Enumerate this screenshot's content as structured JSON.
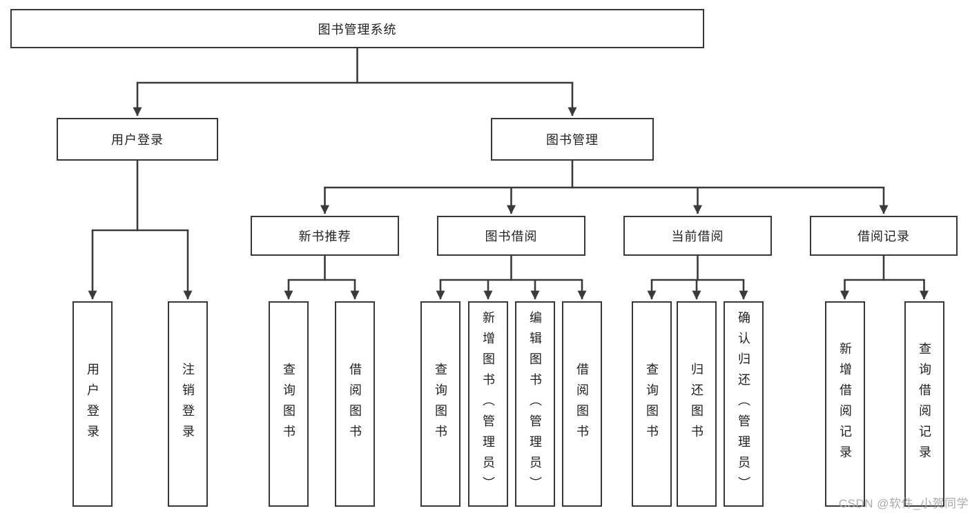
{
  "diagram": {
    "root": "图书管理系统",
    "level2": {
      "user_login": "用户登录",
      "book_management": "图书管理"
    },
    "level3": {
      "new_book_recommend": "新书推荐",
      "book_borrowing": "图书借阅",
      "current_borrowing": "当前借阅",
      "borrowing_records": "借阅记录"
    },
    "leaves": {
      "user": [
        "用户登录",
        "注销登录"
      ],
      "recommend": [
        "查询图书",
        "借阅图书"
      ],
      "borrow": [
        "查询图书",
        "新增图书（管理员）",
        "编辑图书（管理员）",
        "借阅图书"
      ],
      "current": [
        "查询图书",
        "归还图书",
        "确认归还（管理员）"
      ],
      "record": [
        "新增借阅记录",
        "查询借阅记录"
      ]
    },
    "watermark": "CSDN @软件_小贺同学",
    "colors": {
      "line": "#3a3a3a",
      "box_border": "#363636",
      "box_fill": "#ffffff",
      "text": "#222222",
      "watermark_text": "#a5a5a5",
      "background": "#ffffff"
    }
  }
}
